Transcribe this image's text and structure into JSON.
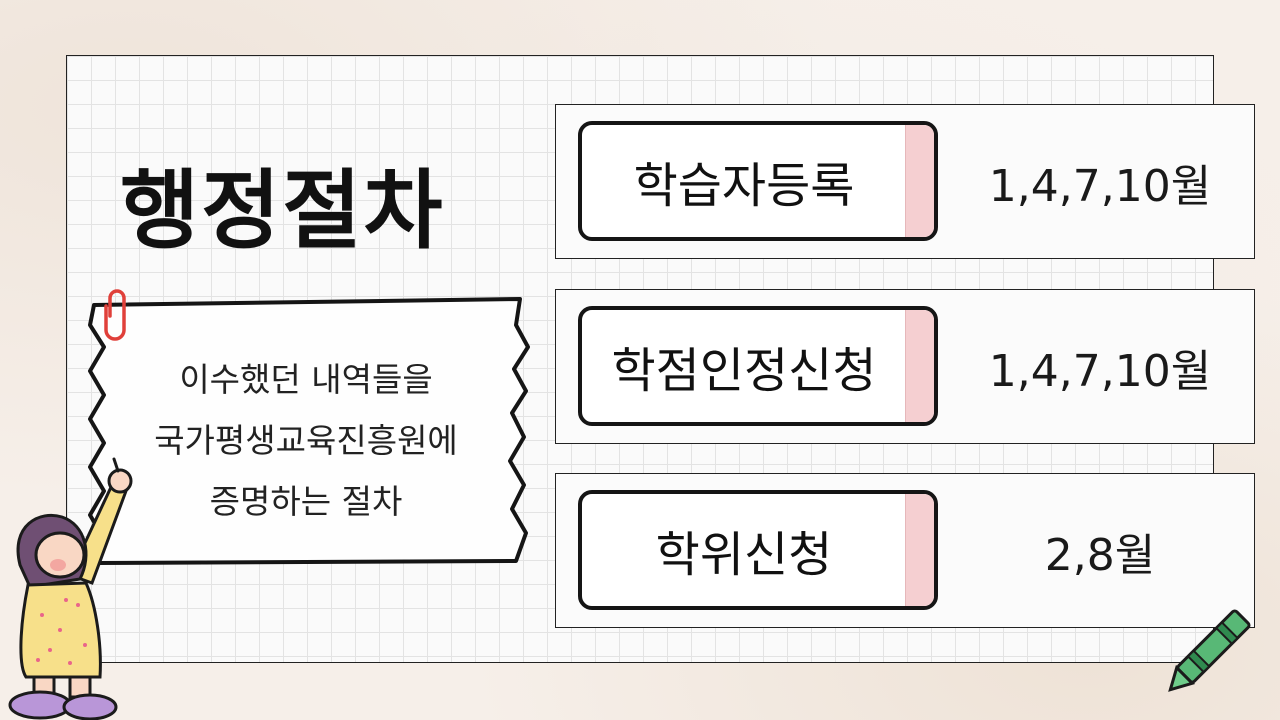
{
  "title": "행정절차",
  "note": {
    "lines": [
      "이수했던 내역들을",
      "국가평생교육진흥원에",
      "증명하는 절차"
    ]
  },
  "steps": [
    {
      "label": "학습자등록",
      "period": "1,4,7,10월"
    },
    {
      "label": "학점인정신청",
      "period": "1,4,7,10월"
    },
    {
      "label": "학위신청",
      "period": "2,8월"
    }
  ],
  "colors": {
    "accent_pink": "#f5cfd1",
    "outline": "#151515",
    "paper": "#fafafa"
  }
}
